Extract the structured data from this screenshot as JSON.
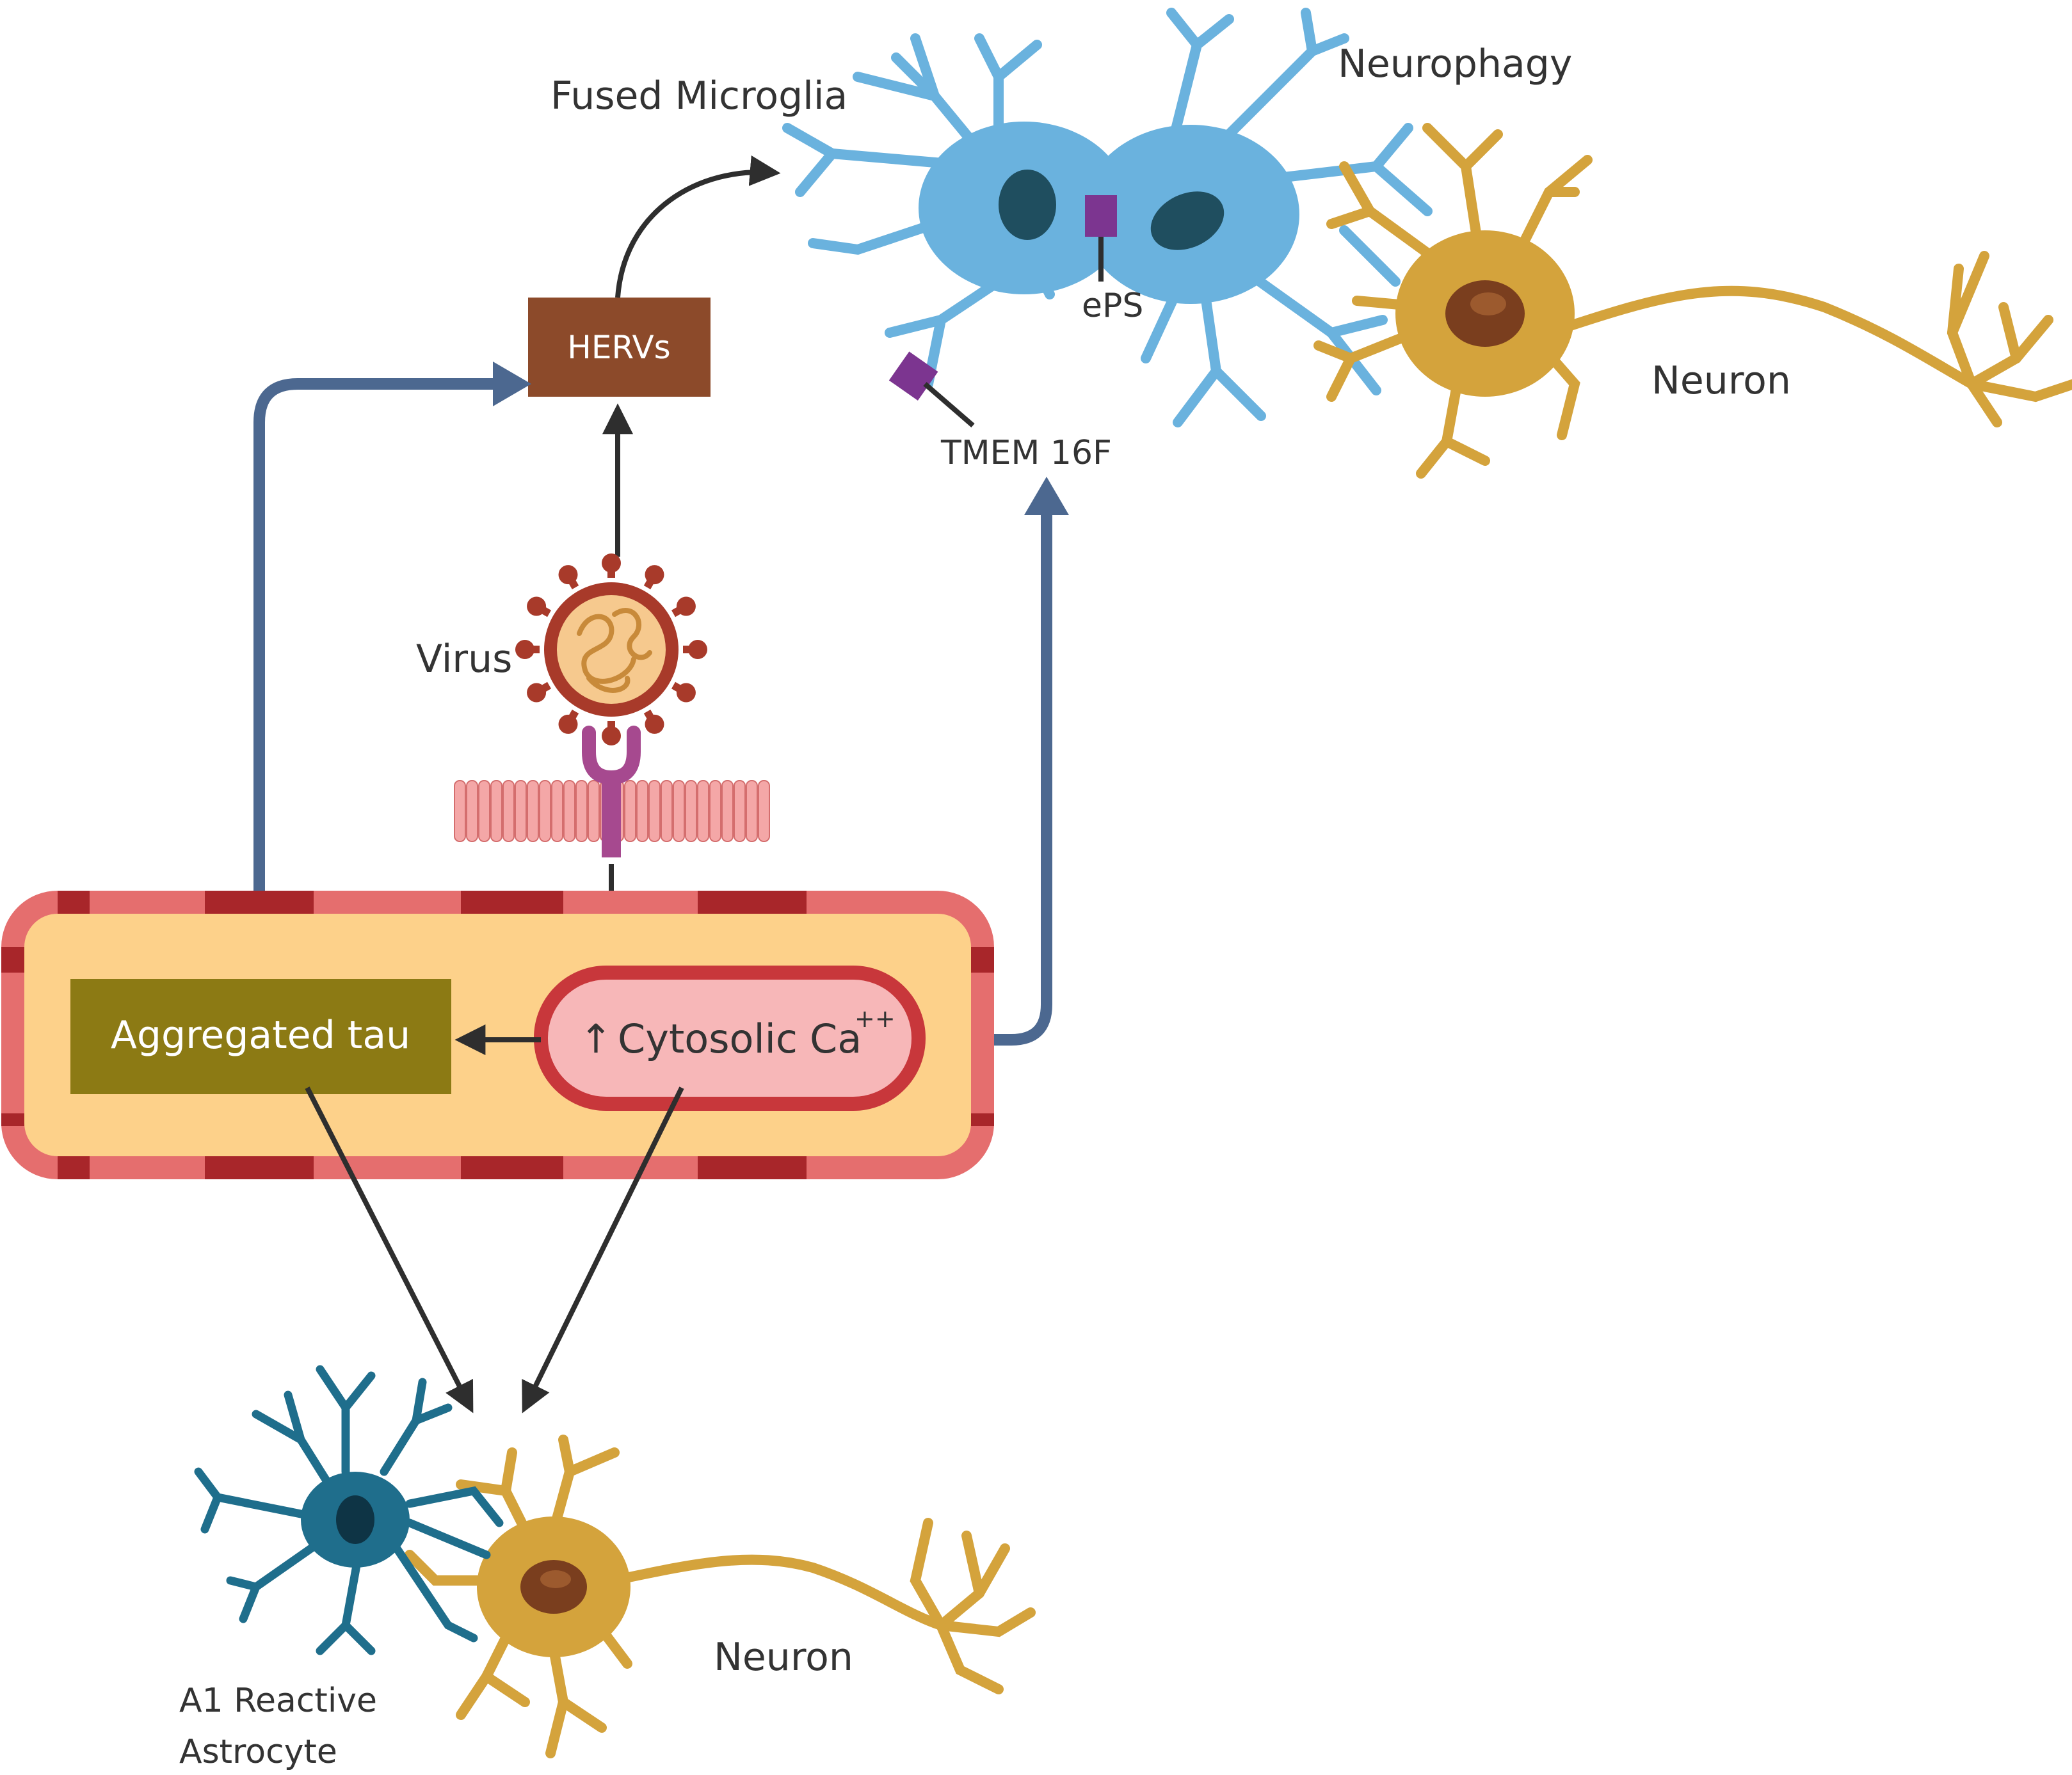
{
  "labels": {
    "fused_microglia": "Fused Microglia",
    "neurophagy": "Neurophagy",
    "neuron_top": "Neuron",
    "herv": "HERVs",
    "eps": "ePS",
    "tmem": "TMEM 16F",
    "virus": "Virus",
    "aggregated_tau": "Aggregated tau",
    "cytosolic": "Cytosolic",
    "ca": "Ca",
    "ca_sup": "++",
    "up_arrow": "↑",
    "a1_line1": "A1 Reactive",
    "a1_line2": "Astrocyte",
    "neuron_bottom": "Neuron"
  },
  "colors": {
    "microglia": "#6AB2DE",
    "microglia_nucleus": "#1F4E5F",
    "neuron": "#D4A33C",
    "neuron_nucleus": "#7A3E1E",
    "astrocyte": "#1F6E8C",
    "astrocyte_nucleus": "#0E3445",
    "herv_box": "#8C4A2A",
    "tau_box": "#8C7A14",
    "cell_outer": "#A8262A",
    "cell_outer_light": "#E56E6E",
    "cell_inner": "#FDD18A",
    "cytosol_fill": "#F7B7B8",
    "cytosol_border": "#C8373B",
    "blue_arrow": "#4C6890",
    "black_arrow": "#2E2E2E",
    "receptor": "#A6498F",
    "membrane": "#F4A7A7",
    "virus_capsid": "#A83A2A",
    "virus_core": "#F6C98E",
    "virus_rna": "#C88A3A",
    "channel": "#7C3590"
  }
}
